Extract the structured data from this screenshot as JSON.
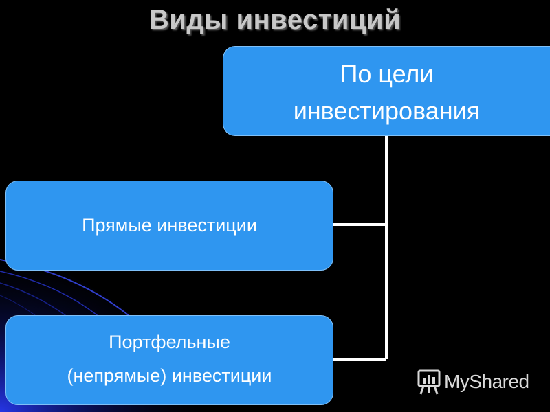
{
  "slide": {
    "title": "Виды инвестиций"
  },
  "diagram": {
    "root": {
      "line1": "По цели",
      "line2": "инвестирования"
    },
    "children": [
      {
        "label": "Прямые инвестиции"
      },
      {
        "line1": "Портфельные",
        "line2": "(непрямые) инвестиции"
      }
    ]
  },
  "watermark": {
    "text": "MyShared",
    "icon": "presentation-board-icon"
  },
  "colors": {
    "background": "#000000",
    "box_fill": "#2f96f0",
    "box_border": "#7fc0f8",
    "connector": "#ffffff",
    "title": "#c8c8c8",
    "arc_accent": "#1a2bd8"
  }
}
